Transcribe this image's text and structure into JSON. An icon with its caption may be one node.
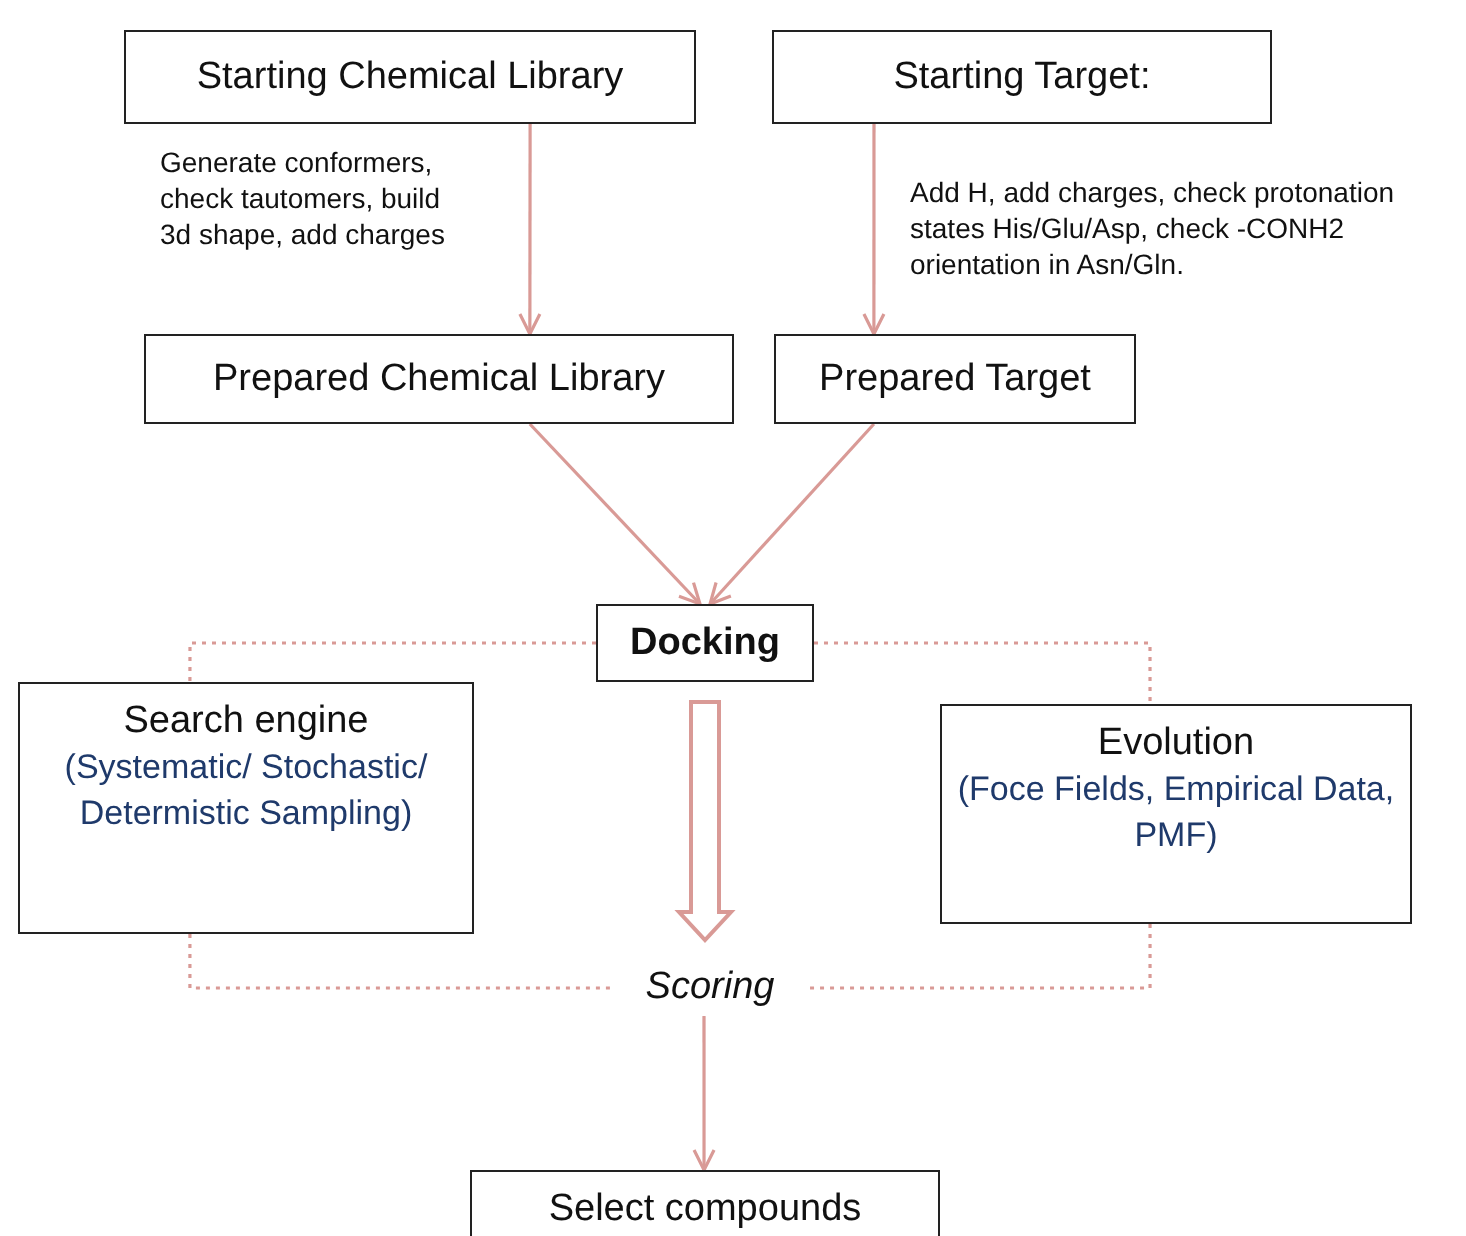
{
  "diagram": {
    "nodes": [
      {
        "text": [
          "Starting Chemical Library"
        ]
      },
      {
        "text": [
          "Starting Target:"
        ]
      },
      {
        "text": [
          "Prepared Chemical Library"
        ]
      },
      {
        "text": [
          "Prepared Target"
        ]
      },
      {
        "text": [
          "Docking"
        ]
      },
      {
        "text": [
          "Search engine",
          "(Systematic/ Stochastic/ Determistic Sampling)"
        ]
      },
      {
        "text": [
          "Evolution",
          "(Foce Fields, Empirical Data, PMF)"
        ]
      },
      {
        "text": [
          "Scoring"
        ]
      },
      {
        "text": [
          "Select compounds"
        ]
      }
    ],
    "edges": [
      {
        "from": 0,
        "to": 2,
        "arrow": "to",
        "label": "Generate conformers, check tautomers, build 3d shape, add charges"
      },
      {
        "from": 1,
        "to": 3,
        "arrow": "to",
        "label": "Add H, add charges, check protonation states His/Glu/Asp, check -CONH2 orientation in Asn/Gln."
      },
      {
        "from": 2,
        "to": 4,
        "arrow": "to"
      },
      {
        "from": 3,
        "to": 4,
        "arrow": "to"
      },
      {
        "from": 4,
        "to": 7,
        "arrow": "to",
        "style": "thick"
      },
      {
        "from": 4,
        "to": 5,
        "arrow": "none",
        "style": "dashed"
      },
      {
        "from": 4,
        "to": 6,
        "arrow": "none",
        "style": "dashed"
      },
      {
        "from": 5,
        "to": 7,
        "arrow": "none",
        "style": "dashed"
      },
      {
        "from": 6,
        "to": 7,
        "arrow": "none",
        "style": "dashed"
      },
      {
        "from": 7,
        "to": 8,
        "arrow": "to"
      }
    ]
  }
}
